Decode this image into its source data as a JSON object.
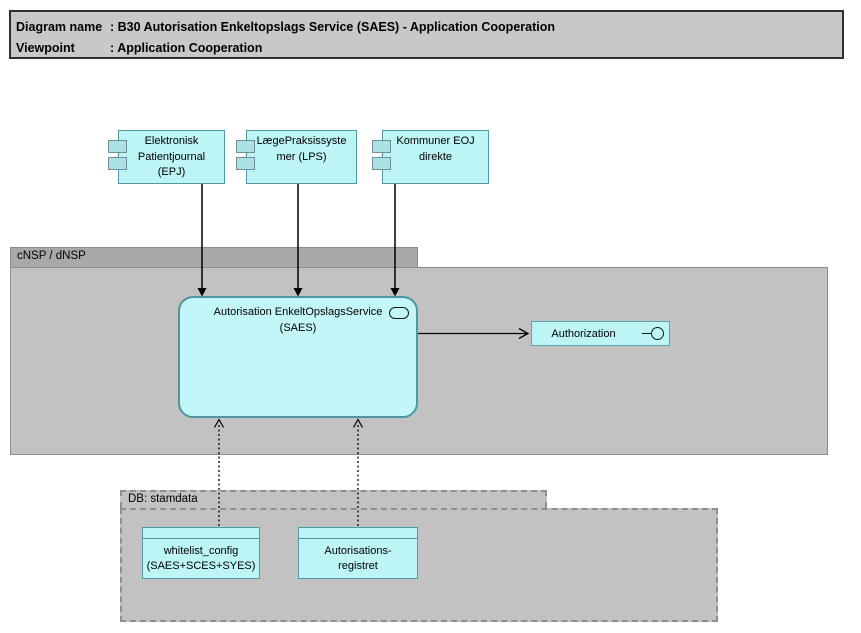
{
  "header": {
    "rows": [
      {
        "label": "Diagram name",
        "separator": ":",
        "value": "B30 Autorisation Enkeltopslags Service (SAES) - Application Cooperation"
      },
      {
        "label": "Viewpoint",
        "separator": ":",
        "value": "Application Cooperation"
      }
    ]
  },
  "components": [
    {
      "name": "Elektronisk Patientjournal (EPJ)",
      "lines": [
        "Elektronisk",
        "Patientjournal",
        "(EPJ)"
      ]
    },
    {
      "name": "LaegePraksissystemer (LPS)",
      "lines": [
        "LægePraksissyste",
        "mer (LPS)"
      ]
    },
    {
      "name": "Kommuner EOJ direkte",
      "lines": [
        "Kommuner EOJ",
        "direkte"
      ]
    }
  ],
  "groups": {
    "cnsp": {
      "label": "cNSP / dNSP"
    },
    "db": {
      "label": "DB: stamdata"
    }
  },
  "saes": {
    "lines": [
      "Autorisation EnkeltOpslagsService",
      "(SAES)"
    ],
    "icon": "application-service-badge"
  },
  "authorization": {
    "label": "Authorization",
    "icon": "provided-interface-icon"
  },
  "db_tables": [
    {
      "lines": [
        "whitelist_config",
        "(SAES+SCES+SYES)"
      ]
    },
    {
      "lines": [
        "Autorisations-",
        "registret"
      ]
    }
  ],
  "icons": {
    "component_ports": "uml-component-ports-icon",
    "service_badge": "rounded-service-badge",
    "interface": "line-and-circle-interface"
  },
  "colors": {
    "element_fill": "#bdf4f6",
    "element_border": "#519aa5",
    "group_body": "#c2c2c2",
    "group_tab": "#a9a9a9",
    "header_fill": "#c8c8c8",
    "connector": "#000000"
  }
}
